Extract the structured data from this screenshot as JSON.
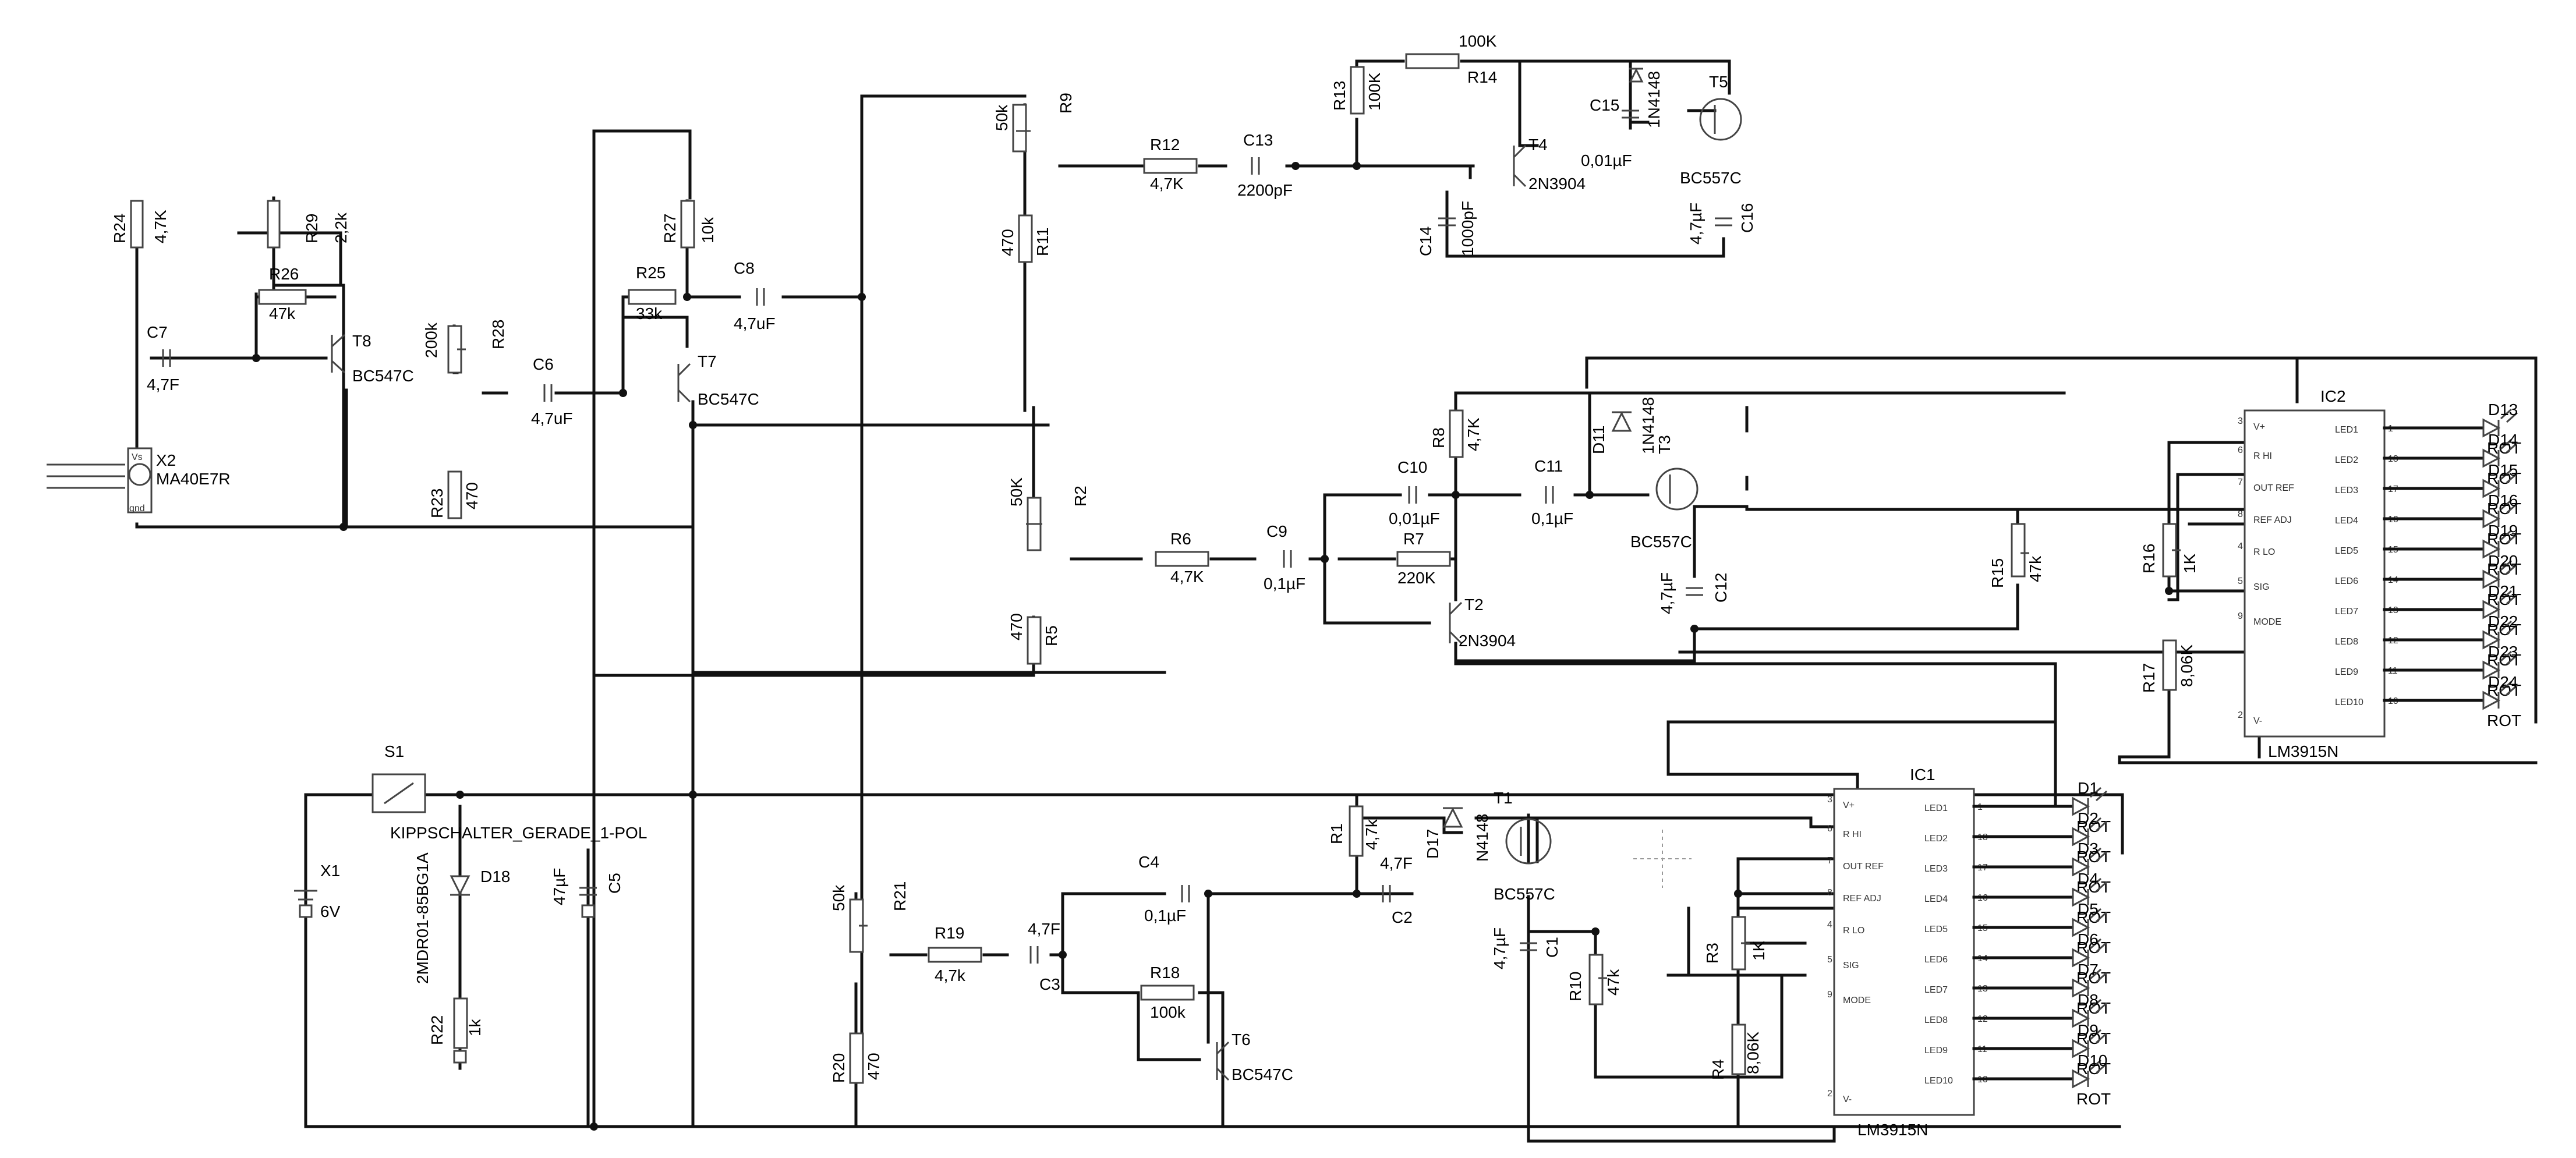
{
  "components": {
    "X2": {
      "ref": "X2",
      "value": "MA40E7R",
      "pin_vs": "Vs",
      "pin_gnd": "gnd"
    },
    "R24": {
      "ref": "R24",
      "value": "4,7K"
    },
    "R29": {
      "ref": "R29",
      "value": "2,2k"
    },
    "C7": {
      "ref": "C7",
      "value": "4,7F"
    },
    "R26": {
      "ref": "R26",
      "value": "47k"
    },
    "T8": {
      "ref": "T8",
      "value": "BC547C"
    },
    "R28": {
      "ref": "R28",
      "value": "200k"
    },
    "R23": {
      "ref": "R23",
      "value": "470"
    },
    "C6": {
      "ref": "C6",
      "value": "4,7uF"
    },
    "R27": {
      "ref": "R27",
      "value": "10k"
    },
    "R25": {
      "ref": "R25",
      "value": "33k"
    },
    "C8": {
      "ref": "C8",
      "value": "4,7uF"
    },
    "T7": {
      "ref": "T7",
      "value": "BC547C"
    },
    "R9": {
      "ref": "R9",
      "value": "50k"
    },
    "R11": {
      "ref": "R11",
      "value": "470"
    },
    "R12": {
      "ref": "R12",
      "value": "4,7K"
    },
    "C13": {
      "ref": "C13",
      "value": "2200pF"
    },
    "R13": {
      "ref": "R13",
      "value": "100K"
    },
    "R14": {
      "ref": "R14",
      "value": "100K"
    },
    "T4": {
      "ref": "T4",
      "value": "2N3904"
    },
    "C14": {
      "ref": "C14",
      "value": "1000pF"
    },
    "C15": {
      "ref": "C15",
      "value": "0,01µF"
    },
    "D15": {
      "ref": "D15",
      "value": "1N4148"
    },
    "T5": {
      "ref": "T5",
      "value": "BC557C"
    },
    "C16": {
      "ref": "C16",
      "value": "4,7µF"
    },
    "R2": {
      "ref": "R2",
      "value": "50K"
    },
    "R5": {
      "ref": "R5",
      "value": "470"
    },
    "R6": {
      "ref": "R6",
      "value": "4,7K"
    },
    "C9": {
      "ref": "C9",
      "value": "0,1µF"
    },
    "R8": {
      "ref": "R8",
      "value": "4,7K"
    },
    "C10": {
      "ref": "C10",
      "value": "0,01µF"
    },
    "R7": {
      "ref": "R7",
      "value": "220K"
    },
    "T2": {
      "ref": "T2",
      "value": "2N3904"
    },
    "C11": {
      "ref": "C11",
      "value": "0,1µF"
    },
    "D11": {
      "ref": "D11",
      "value": "1N4148"
    },
    "T3": {
      "ref": "T3",
      "value": "BC557C"
    },
    "C12": {
      "ref": "C12",
      "value": "4,7µF"
    },
    "R15": {
      "ref": "R15",
      "value": "47k"
    },
    "R16": {
      "ref": "R16",
      "value": "1K"
    },
    "R17": {
      "ref": "R17",
      "value": "8,06K"
    },
    "S1": {
      "ref": "S1",
      "value": "KIPPSCHALTER_GERADE_1-POL"
    },
    "X1": {
      "ref": "X1",
      "value": "6V"
    },
    "D18": {
      "ref": "D18",
      "value": "2MDR01-85BG1A"
    },
    "C5": {
      "ref": "C5",
      "value": "47µF"
    },
    "R22": {
      "ref": "R22",
      "value": "1k"
    },
    "R21": {
      "ref": "R21",
      "value": "50k"
    },
    "R20": {
      "ref": "R20",
      "value": "470"
    },
    "R19": {
      "ref": "R19",
      "value": "4,7k"
    },
    "C3": {
      "ref": "C3",
      "value": "4,7F"
    },
    "C4": {
      "ref": "C4",
      "value": "0,1µF"
    },
    "R18": {
      "ref": "R18",
      "value": "100k"
    },
    "T6": {
      "ref": "T6",
      "value": "BC547C"
    },
    "R1": {
      "ref": "R1",
      "value": "4,7k"
    },
    "C2": {
      "ref": "C2",
      "value": "4,7F"
    },
    "D17": {
      "ref": "D17",
      "value": "N4148"
    },
    "T1": {
      "ref": "T1",
      "value": "BC557C"
    },
    "C1": {
      "ref": "C1",
      "value": "4,7µF"
    },
    "R10": {
      "ref": "R10",
      "value": "47k"
    },
    "R3": {
      "ref": "R3",
      "value": "1K"
    },
    "R4": {
      "ref": "R4",
      "value": "8,06K"
    }
  },
  "ic1": {
    "ref": "IC1",
    "part": "LM3915N",
    "left_pins": [
      "V+",
      "R HI",
      "OUT REF",
      "REF ADJ",
      "R LO",
      "SIG",
      "MODE",
      "V-"
    ],
    "left_nums": [
      "3",
      "6",
      "7",
      "8",
      "4",
      "5",
      "9",
      "2"
    ],
    "right_pins": [
      "LED1",
      "LED2",
      "LED3",
      "LED4",
      "LED5",
      "LED6",
      "LED7",
      "LED8",
      "LED9",
      "LED10"
    ],
    "right_nums": [
      "1",
      "18",
      "17",
      "16",
      "15",
      "14",
      "13",
      "12",
      "11",
      "10"
    ],
    "leds": [
      "D1",
      "D2",
      "D3",
      "D4",
      "D5",
      "D6",
      "D7",
      "D8",
      "D9",
      "D10"
    ],
    "led_value": "ROT"
  },
  "ic2": {
    "ref": "IC2",
    "part": "LM3915N",
    "left_pins": [
      "V+",
      "R HI",
      "OUT REF",
      "REF ADJ",
      "R LO",
      "SIG",
      "MODE",
      "V-"
    ],
    "left_nums": [
      "3",
      "6",
      "7",
      "8",
      "4",
      "5",
      "9",
      "2"
    ],
    "right_pins": [
      "LED1",
      "LED2",
      "LED3",
      "LED4",
      "LED5",
      "LED6",
      "LED7",
      "LED8",
      "LED9",
      "LED10"
    ],
    "right_nums": [
      "1",
      "18",
      "17",
      "16",
      "15",
      "14",
      "13",
      "12",
      "11",
      "10"
    ],
    "leds": [
      "D13",
      "D14",
      "D15",
      "D16",
      "D19",
      "D20",
      "D21",
      "D22",
      "D23",
      "D24"
    ],
    "led_value": "ROT"
  }
}
